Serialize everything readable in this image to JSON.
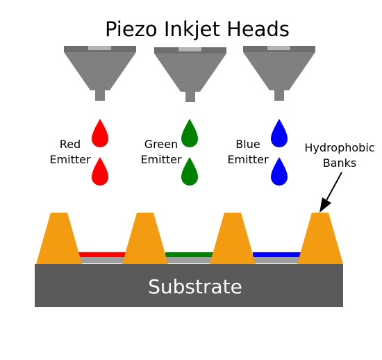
{
  "title": "Piezo Inkjet Heads",
  "emitters": [
    {
      "line1": "Red",
      "line2": "Emitter",
      "color": "#ff0000",
      "fill_color": "#ff0000"
    },
    {
      "line1": "Green",
      "line2": "Emitter",
      "color": "#008000",
      "fill_color": "#008000"
    },
    {
      "line1": "Blue",
      "line2": "Emitter",
      "color": "#0000ff",
      "fill_color": "#0000ff"
    }
  ],
  "banks_label": {
    "line1": "Hydrophobic",
    "line2": "Banks"
  },
  "substrate_label": "Substrate",
  "colors": {
    "head": "#808080",
    "head_dark": "#6e6e6e",
    "head_light": "#b4b4b4",
    "bank": "#f39c12",
    "substrate": "#5a5a5a",
    "well_floor": "#9e9e9e"
  }
}
